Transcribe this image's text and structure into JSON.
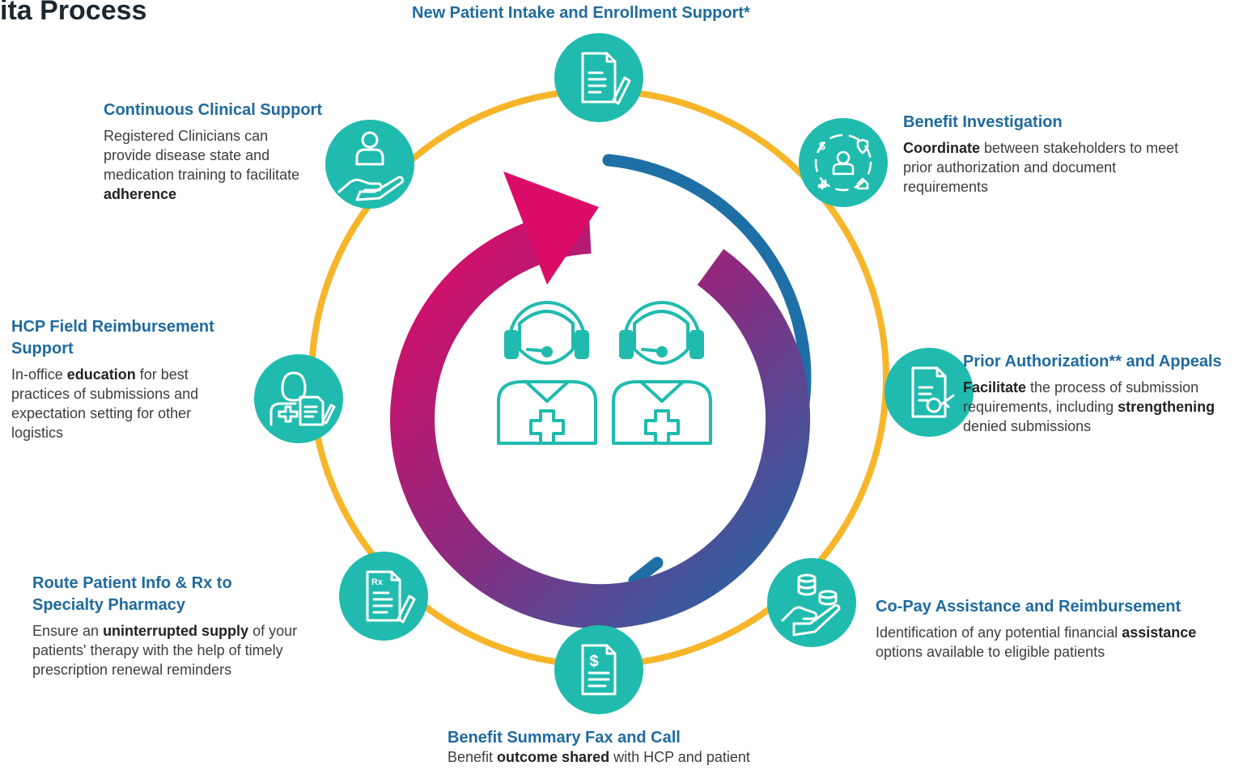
{
  "title": "ita Process",
  "colors": {
    "ring": "#f7b52a",
    "node": "#20bbae",
    "heading": "#1f6a9e",
    "arrow_blue": "#1e6fa6",
    "arrow_gradient": [
      "#dc0a6a",
      "#8e2a7c",
      "#2c65a4"
    ]
  },
  "steps": [
    {
      "id": "intake",
      "icon": "document-pen-icon",
      "heading": "New Patient Intake and Enrollment Support*",
      "body": []
    },
    {
      "id": "benefit-investigation",
      "icon": "stakeholders-icon",
      "heading": "Benefit Investigation",
      "body": [
        {
          "t": "Coordinate",
          "b": true
        },
        {
          "t": " between stakeholders to meet prior authorization and document requirements",
          "b": false
        }
      ]
    },
    {
      "id": "prior-authorization",
      "icon": "document-seal-icon",
      "heading": "Prior Authorization** and Appeals",
      "body": [
        {
          "t": "Facilitate",
          "b": true
        },
        {
          "t": " the process of submission requirements, including ",
          "b": false
        },
        {
          "t": "strengthening",
          "b": true
        },
        {
          "t": " denied submissions",
          "b": false
        }
      ]
    },
    {
      "id": "copay",
      "icon": "coins-hand-icon",
      "heading": "Co-Pay Assistance and Reimbursement",
      "body": [
        {
          "t": "Identification of any potential financial ",
          "b": false
        },
        {
          "t": "assistance",
          "b": true
        },
        {
          "t": " options available to eligible patients",
          "b": false
        }
      ]
    },
    {
      "id": "benefit-summary",
      "icon": "dollar-document-icon",
      "heading": "Benefit Summary Fax and Call",
      "body": [
        {
          "t": "Benefit ",
          "b": false
        },
        {
          "t": "outcome shared",
          "b": true
        },
        {
          "t": " with HCP and patient",
          "b": false
        }
      ]
    },
    {
      "id": "route-rx",
      "icon": "rx-document-icon",
      "heading": "Route Patient Info & Rx to Specialty Pharmacy",
      "body": [
        {
          "t": "Ensure an ",
          "b": false
        },
        {
          "t": "uninterrupted supply",
          "b": true
        },
        {
          "t": " of your patients' therapy with the help of timely prescription renewal reminders",
          "b": false
        }
      ]
    },
    {
      "id": "hcp-field",
      "icon": "clinician-document-icon",
      "heading": "HCP Field Reimbursement Support",
      "body": [
        {
          "t": "In-office ",
          "b": false
        },
        {
          "t": "education",
          "b": true
        },
        {
          "t": " for best practices of submissions and expectation setting for other logistics",
          "b": false
        }
      ]
    },
    {
      "id": "clinical-support",
      "icon": "person-hand-icon",
      "heading": "Continuous Clinical Support",
      "body": [
        {
          "t": "Registered Clinicians can provide disease state and medication training to facilitate ",
          "b": false
        },
        {
          "t": "adherence",
          "b": true
        }
      ]
    }
  ],
  "center_icons": [
    "headset-agent-icon",
    "headset-agent-icon"
  ],
  "icon_labels": {
    "rx": "Rx",
    "dollar": "$"
  }
}
